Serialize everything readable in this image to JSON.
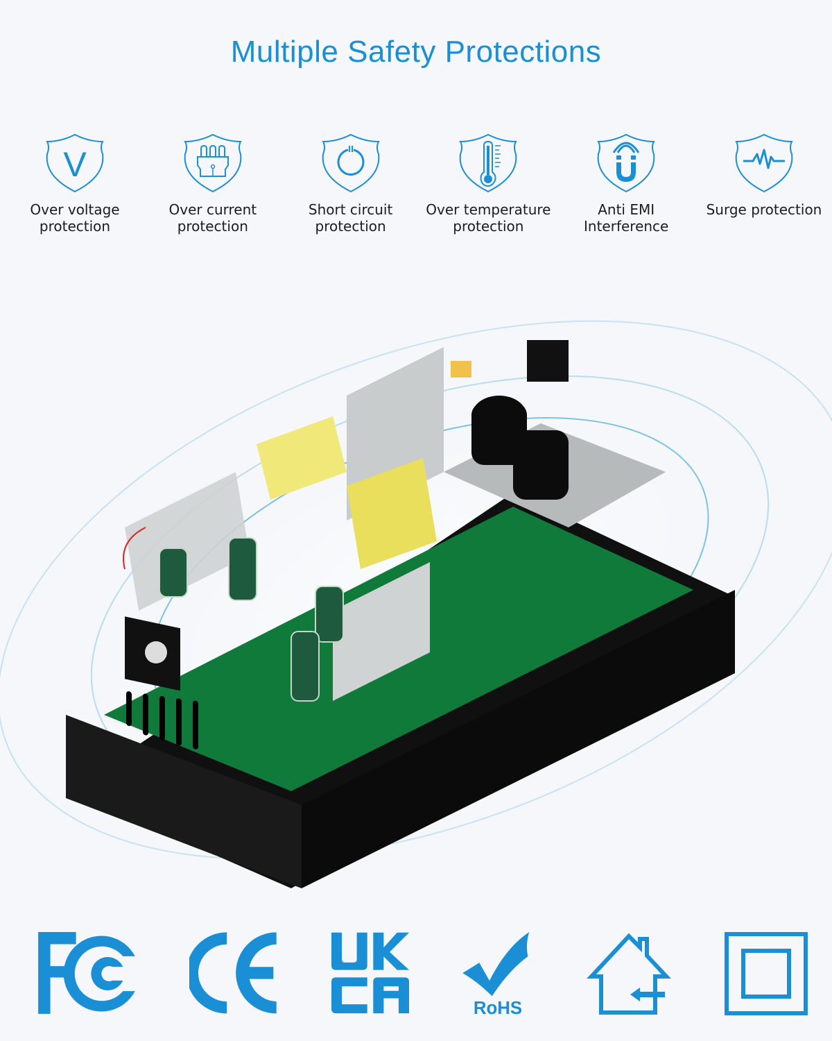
{
  "title": "Multiple Safety Protections",
  "features": [
    {
      "icon": "shield-v-icon",
      "label": "Over voltage\nprotection"
    },
    {
      "icon": "shield-plug-icon",
      "label": "Over current\nprotection"
    },
    {
      "icon": "shield-power-icon",
      "label": "Short circuit\nprotection"
    },
    {
      "icon": "shield-thermometer-icon",
      "label": "Over temperature\nprotection"
    },
    {
      "icon": "shield-magnet-icon",
      "label": "Anti EMI\nInterference"
    },
    {
      "icon": "shield-pulse-icon",
      "label": "Surge protection"
    }
  ],
  "shield_letter": "V",
  "product": {
    "description": "Power supply adapter with open case showing PCB, fan, capacitors and yellow transformers"
  },
  "certifications": [
    {
      "icon": "fcc-icon",
      "label": "FC"
    },
    {
      "icon": "ce-icon",
      "label": "CE"
    },
    {
      "icon": "ukca-icon",
      "label_top": "UK",
      "label_bottom": "CA"
    },
    {
      "icon": "rohs-icon",
      "label": "RoHS"
    },
    {
      "icon": "indoor-use-icon",
      "label": ""
    },
    {
      "icon": "class-ii-double-insulation-icon",
      "label": ""
    }
  ],
  "colors": {
    "accent": "#1a8fd6",
    "background": "#f5f7fa",
    "text": "#1c1c1c"
  }
}
